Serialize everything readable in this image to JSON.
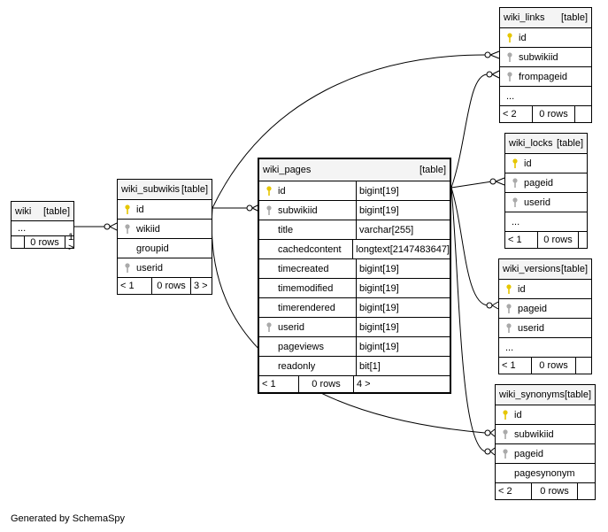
{
  "colors": {
    "pk_key": "#e6c600",
    "fk_key": "#aaaaaa",
    "line": "#000000",
    "header_bg": "#f4f4f4"
  },
  "footer_text": "Generated by SchemaSpy",
  "tables": {
    "wiki": {
      "name": "wiki",
      "kind": "[table]",
      "rows": [
        {
          "name": "...",
          "key": ""
        }
      ],
      "footer": [
        "",
        "0 rows",
        "1 >"
      ]
    },
    "wiki_subwikis": {
      "name": "wiki_subwikis",
      "kind": "[table]",
      "rows": [
        {
          "name": "id",
          "key": "pk"
        },
        {
          "name": "wikiid",
          "key": "fk"
        },
        {
          "name": "groupid",
          "key": ""
        },
        {
          "name": "userid",
          "key": "fk"
        }
      ],
      "footer": [
        "< 1",
        "0 rows",
        "3 >"
      ]
    },
    "wiki_pages": {
      "name": "wiki_pages",
      "kind": "[table]",
      "rows": [
        {
          "name": "id",
          "type": "bigint[19]",
          "key": "pk"
        },
        {
          "name": "subwikiid",
          "type": "bigint[19]",
          "key": "fk"
        },
        {
          "name": "title",
          "type": "varchar[255]",
          "key": ""
        },
        {
          "name": "cachedcontent",
          "type": "longtext[2147483647]",
          "key": ""
        },
        {
          "name": "timecreated",
          "type": "bigint[19]",
          "key": ""
        },
        {
          "name": "timemodified",
          "type": "bigint[19]",
          "key": ""
        },
        {
          "name": "timerendered",
          "type": "bigint[19]",
          "key": ""
        },
        {
          "name": "userid",
          "type": "bigint[19]",
          "key": "fk"
        },
        {
          "name": "pageviews",
          "type": "bigint[19]",
          "key": ""
        },
        {
          "name": "readonly",
          "type": "bit[1]",
          "key": ""
        }
      ],
      "footer": [
        "< 1",
        "0 rows",
        "4 >"
      ]
    },
    "wiki_links": {
      "name": "wiki_links",
      "kind": "[table]",
      "rows": [
        {
          "name": "id",
          "key": "pk"
        },
        {
          "name": "subwikiid",
          "key": "fk"
        },
        {
          "name": "frompageid",
          "key": "fk"
        },
        {
          "name": "...",
          "key": ""
        }
      ],
      "footer": [
        "< 2",
        "0 rows",
        ""
      ]
    },
    "wiki_locks": {
      "name": "wiki_locks",
      "kind": "[table]",
      "rows": [
        {
          "name": "id",
          "key": "pk"
        },
        {
          "name": "pageid",
          "key": "fk"
        },
        {
          "name": "userid",
          "key": "fk"
        },
        {
          "name": "...",
          "key": ""
        }
      ],
      "footer": [
        "< 1",
        "0 rows",
        ""
      ]
    },
    "wiki_versions": {
      "name": "wiki_versions",
      "kind": "[table]",
      "rows": [
        {
          "name": "id",
          "key": "pk"
        },
        {
          "name": "pageid",
          "key": "fk"
        },
        {
          "name": "userid",
          "key": "fk"
        },
        {
          "name": "...",
          "key": ""
        }
      ],
      "footer": [
        "< 1",
        "0 rows",
        ""
      ]
    },
    "wiki_synonyms": {
      "name": "wiki_synonyms",
      "kind": "[table]",
      "rows": [
        {
          "name": "id",
          "key": "pk"
        },
        {
          "name": "subwikiid",
          "key": "fk"
        },
        {
          "name": "pageid",
          "key": "fk"
        },
        {
          "name": "pagesynonym",
          "key": ""
        }
      ],
      "footer": [
        "< 2",
        "0 rows",
        ""
      ]
    }
  }
}
